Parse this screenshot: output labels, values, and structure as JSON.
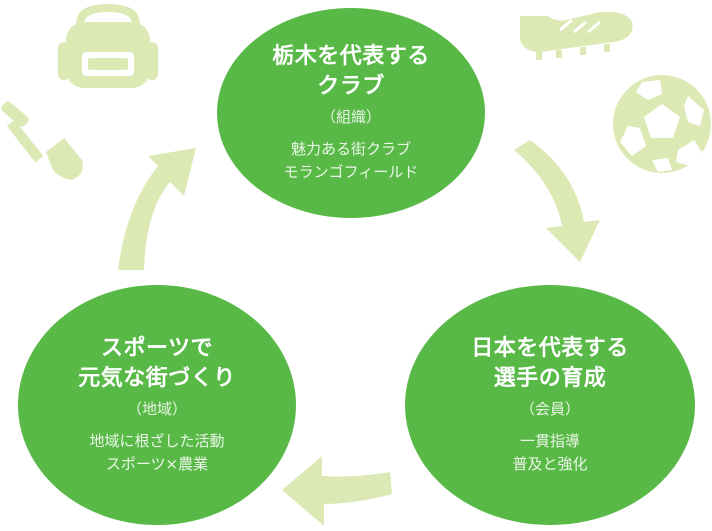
{
  "colors": {
    "circle": "#58b947",
    "decor": "#dde9b5",
    "text": "#ffffff"
  },
  "icons": [
    "backpack-icon",
    "shovel-icon",
    "soccer-shoe-icon",
    "soccer-ball-icon"
  ],
  "top": {
    "title_lines": [
      "栃木を代表する",
      "クラブ"
    ],
    "subtitle": "（組織）",
    "desc_lines": [
      "魅力ある街クラブ",
      "モランゴフィールド"
    ]
  },
  "right": {
    "title_lines": [
      "日本を代表する",
      "選手の育成"
    ],
    "subtitle": "（会員）",
    "desc_lines": [
      "一貫指導",
      "普及と強化"
    ]
  },
  "left": {
    "title_lines": [
      "スポーツで",
      "元気な街づくり"
    ],
    "subtitle": "（地域）",
    "desc_lines": [
      "地域に根ざした活動",
      "スポーツ×農業"
    ]
  }
}
